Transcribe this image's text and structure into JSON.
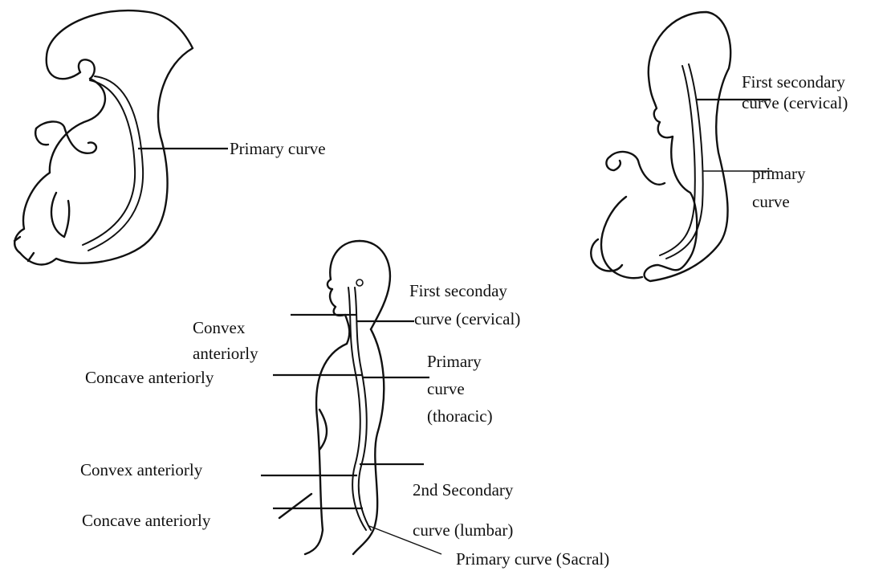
{
  "labels": {
    "fetus_primary_curve": "Primary curve",
    "infant_first_secondary_line1": "First secondary",
    "infant_first_secondary_line2": "curve (cervical)",
    "infant_primary_line1": "primary",
    "infant_primary_line2": "curve",
    "adult_first_secondary_line1": "First seconday",
    "adult_first_secondary_line2": "curve (cervical)",
    "adult_primary_thoracic_line1": "Primary",
    "adult_primary_thoracic_line2": "curve",
    "adult_primary_thoracic_line3": "(thoracic)",
    "adult_second_secondary_line1": "2nd  Secondary",
    "adult_second_secondary_line2": "curve (lumbar)",
    "adult_primary_sacral": "Primary curve (Sacral)",
    "convex_anteriorly_upper_line1": "Convex",
    "convex_anteriorly_upper_line2": "anteriorly",
    "concave_anteriorly_upper": "Concave anteriorly",
    "convex_anteriorly_lower": "Convex anteriorly",
    "concave_anteriorly_lower": "Concave anteriorly"
  }
}
